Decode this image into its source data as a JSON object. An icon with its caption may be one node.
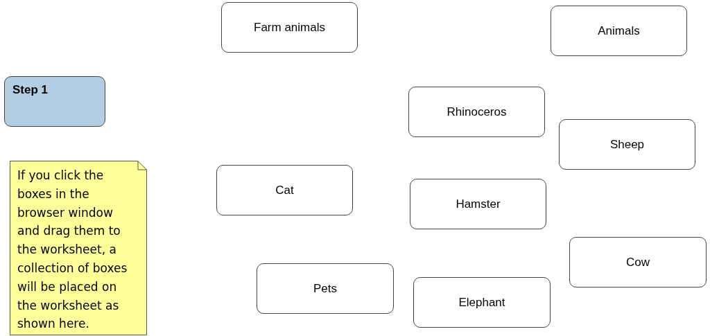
{
  "diagram": {
    "nodes": [
      {
        "text": [
          "Farm animals"
        ]
      },
      {
        "text": [
          "Animals"
        ]
      },
      {
        "text": [
          "Step 1"
        ]
      },
      {
        "text": [
          "Rhinoceros"
        ]
      },
      {
        "text": [
          "Sheep"
        ]
      },
      {
        "text": [
          "If you click the boxes in the browser window and drag them to the worksheet, a collection of boxes will be placed on the worksheet as shown here."
        ]
      },
      {
        "text": [
          "Cat"
        ]
      },
      {
        "text": [
          "Hamster"
        ]
      },
      {
        "text": [
          "Cow"
        ]
      },
      {
        "text": [
          "Pets"
        ]
      },
      {
        "text": [
          "Elephant"
        ]
      }
    ]
  }
}
